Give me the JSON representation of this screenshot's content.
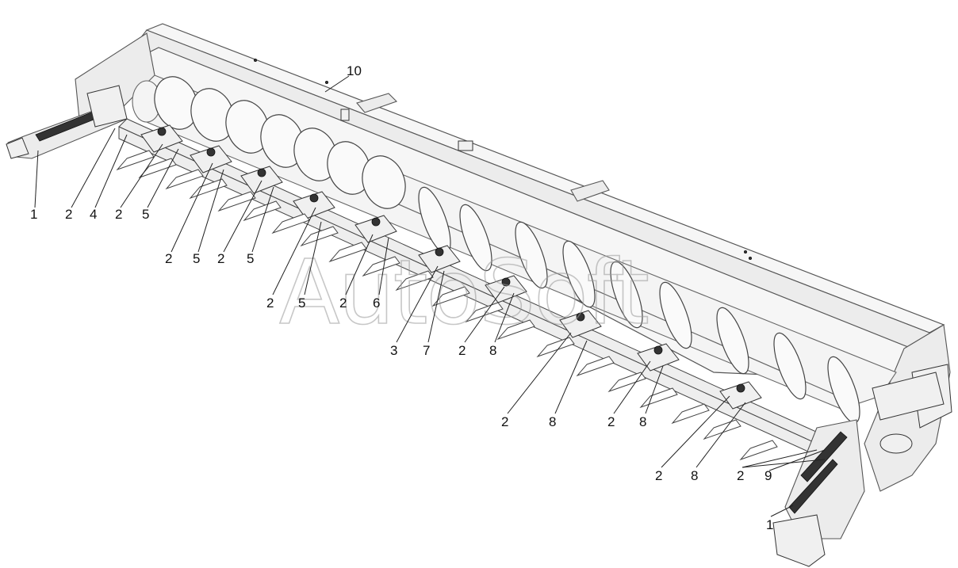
{
  "diagram": {
    "watermark": "AutoSoft",
    "callouts": [
      {
        "id": "c01",
        "text": "10"
      },
      {
        "id": "c02",
        "text": "1"
      },
      {
        "id": "c03",
        "text": "2"
      },
      {
        "id": "c04",
        "text": "4"
      },
      {
        "id": "c05",
        "text": "2"
      },
      {
        "id": "c06",
        "text": "5"
      },
      {
        "id": "c07",
        "text": "2"
      },
      {
        "id": "c08",
        "text": "5"
      },
      {
        "id": "c09",
        "text": "2"
      },
      {
        "id": "c10",
        "text": "5"
      },
      {
        "id": "c11",
        "text": "2"
      },
      {
        "id": "c12",
        "text": "5"
      },
      {
        "id": "c13",
        "text": "2"
      },
      {
        "id": "c14",
        "text": "6"
      },
      {
        "id": "c15",
        "text": "3"
      },
      {
        "id": "c16",
        "text": "7"
      },
      {
        "id": "c17",
        "text": "2"
      },
      {
        "id": "c18",
        "text": "8"
      },
      {
        "id": "c19",
        "text": "2"
      },
      {
        "id": "c20",
        "text": "8"
      },
      {
        "id": "c21",
        "text": "2"
      },
      {
        "id": "c22",
        "text": "8"
      },
      {
        "id": "c23",
        "text": "2"
      },
      {
        "id": "c24",
        "text": "8"
      },
      {
        "id": "c25",
        "text": "2"
      },
      {
        "id": "c26",
        "text": "9"
      },
      {
        "id": "c27",
        "text": "1"
      }
    ]
  }
}
